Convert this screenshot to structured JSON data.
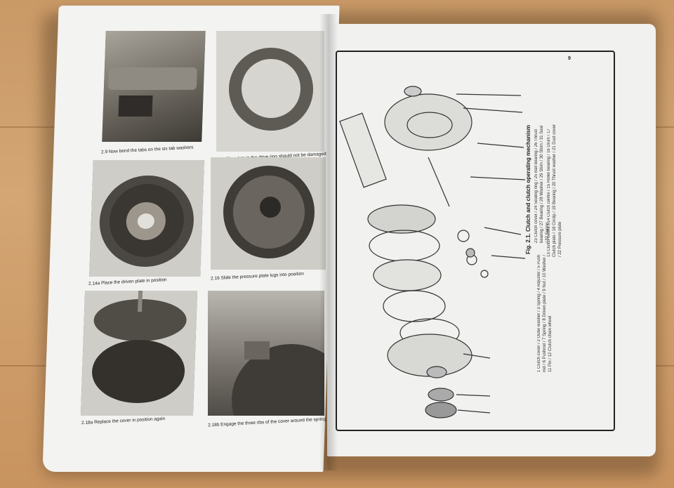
{
  "scene": {
    "description_free": true
  },
  "left_page": {
    "captions": {
      "c1": "2.9 Now bend the tabs on the six tab washers",
      "c2": "2.10 The slots in the drive ring should not be damaged",
      "c3": "2.14a Place the driven plate in position",
      "c4": "2.16 Slide the pressure plate lugs into position",
      "c5": "2.18a Replace the cover in position again",
      "c6": "2.18b Engage the three ribs of the cover around the spring"
    }
  },
  "right_page": {
    "page_number": "9",
    "legend": {
      "title": "Fig. 2.1. Clutch and clutch operating mechanism",
      "col1": "1 Clutch cover / 2 Outer washer / 3 Spring / 4 Adjuster / 5 Push rod / 6 Pushrod / 7 Spring / 8 Driven plate / 9 Nut / 10 Washer / 11 Pin / 12 Clutch chain wheel",
      "col2": "13 Clutch centre / 14 Clutch centre / 15 Roller bearing / 16 Drum / 17 Clutch plate / 18 Circlip / 19 Bearing / 20 Thrust washer / 21 Dust cover / 22 Pressure plate",
      "col3": "23 Clutch cover / 24 Sealing ring / 25 Ball bearing / 26 Thrust bearing / 27 Bearing / 28 Washer / 29 Shim / 30 Shim / 31 Seal / 32 Spring"
    }
  }
}
